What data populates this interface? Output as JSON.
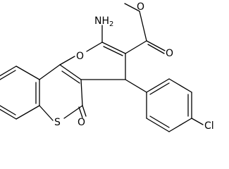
{
  "structure": {
    "labels": {
      "amine_n": "NH",
      "amine_sub": "2",
      "ring_oxygen": "O",
      "ester_carbonyl_o": "O",
      "ester_ether_o": "O",
      "lactone_carbonyl_o": "O",
      "thio_s": "S",
      "chlorine": "Cl"
    }
  }
}
